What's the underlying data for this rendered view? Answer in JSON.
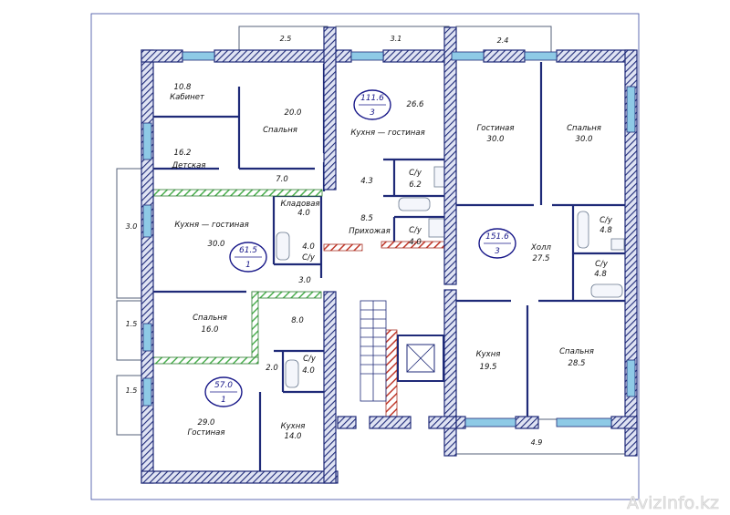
{
  "watermark": "AvizInfo.kz",
  "colors": {
    "wall": "#1f2a78",
    "window": "#8ecae6",
    "balcony": "#6b7a8f",
    "green_hatch": "#4caf50",
    "red_hatch": "#c0392b",
    "circle": "#1a1a8a"
  },
  "apartments": [
    {
      "area": "111.6",
      "rooms": "3"
    },
    {
      "area": "61.5",
      "rooms": "1"
    },
    {
      "area": "57.0",
      "rooms": "1"
    },
    {
      "area": "151.6",
      "rooms": "3"
    }
  ],
  "rooms": [
    {
      "name": "Кабинет",
      "area": "10.8"
    },
    {
      "name": "Спальня",
      "area": "20.0"
    },
    {
      "name": "Кухня — гостиная",
      "area": "26.6"
    },
    {
      "name": "Детская",
      "area": "16.2"
    },
    {
      "name": "",
      "area": "7.0"
    },
    {
      "name": "",
      "area": "4.3"
    },
    {
      "name": "С/у",
      "area": "6.2"
    },
    {
      "name": "Кладовая",
      "area": "4.0"
    },
    {
      "name": "Кухня — гостиная",
      "area": "30.0"
    },
    {
      "name": "Прихожая",
      "area": "8.5"
    },
    {
      "name": "С/у",
      "area": "4.0"
    },
    {
      "name": "С/у",
      "area": "4.0"
    },
    {
      "name": "",
      "area": "3.0"
    },
    {
      "name": "Спальня",
      "area": "16.0"
    },
    {
      "name": "",
      "area": "8.0"
    },
    {
      "name": "С/у",
      "area": "4.0"
    },
    {
      "name": "",
      "area": "2.0"
    },
    {
      "name": "Гостиная",
      "area": "29.0"
    },
    {
      "name": "Кухня",
      "area": "14.0"
    },
    {
      "name": "Гостиная",
      "area": "30.0"
    },
    {
      "name": "Спальня",
      "area": "30.0"
    },
    {
      "name": "С/у",
      "area": "4.8"
    },
    {
      "name": "С/у",
      "area": "4.8"
    },
    {
      "name": "Холл",
      "area": "27.5"
    },
    {
      "name": "Кухня",
      "area": "19.5"
    },
    {
      "name": "Спальня",
      "area": "28.5"
    }
  ],
  "balconies": [
    "2.5",
    "3.1",
    "2.4",
    "3.0",
    "1.5",
    "1.5",
    "4.9"
  ]
}
